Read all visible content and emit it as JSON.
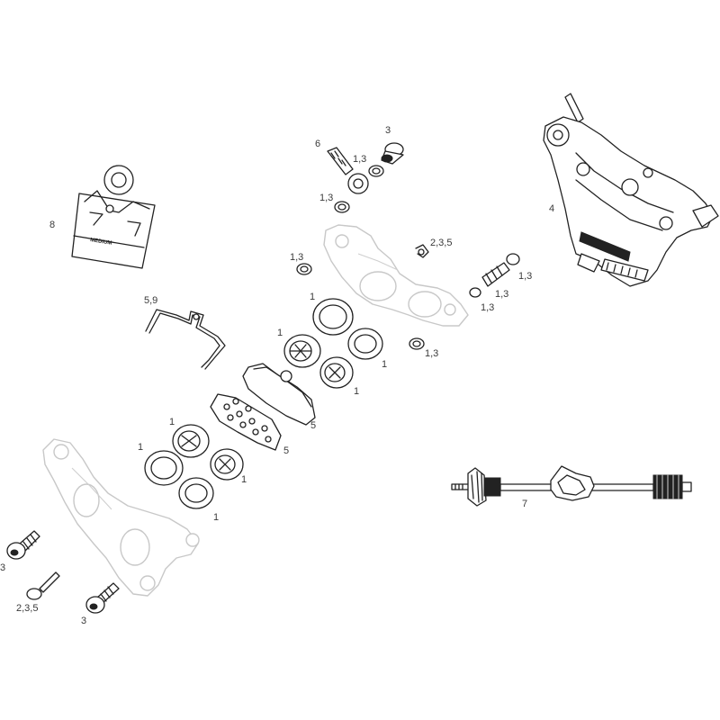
{
  "diagram": {
    "labels": {
      "pad_spring_label": "8",
      "pad_spring_text": "MEDIUM",
      "clip_label": "5,9",
      "banjo_label": "6",
      "banjo_bolt_label": "3",
      "banjo_washer_label_a": "1,3",
      "banjo_washer_label_b": "1,3",
      "body_washer_label": "1,3",
      "outer_ring_label": "1",
      "piston_label_upper_left": "1",
      "piston_label_upper_right": "1",
      "seal_label_upper_right": "1",
      "pin_clip_label": "2,3,5",
      "bleed_screw_label": "1,3",
      "bleed_washer_label_a": "1,3",
      "bleed_washer_label_b": "1,3",
      "lower_washer_label": "1,3",
      "caliper_label": "4",
      "pad_label": "5",
      "pad_backing_label": "5",
      "piston_label_lower_top": "1",
      "seal_label_lower_left": "1",
      "piston_label_lower_right": "1",
      "seal_label_lower_bottom": "1",
      "bolt_label_left": "3",
      "pin_label": "2,3,5",
      "bolt_label_bottom": "3",
      "axle_tool_label": "7"
    }
  }
}
